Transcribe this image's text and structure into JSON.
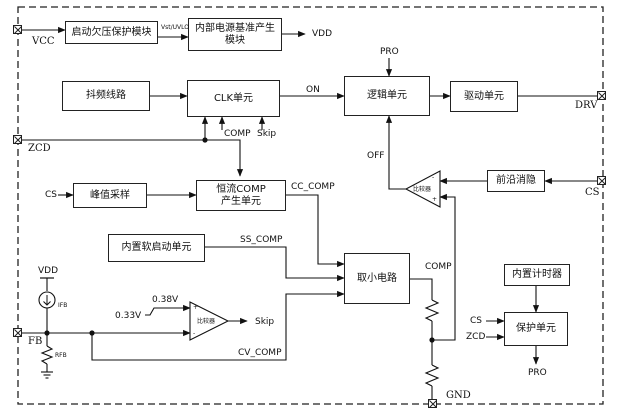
{
  "blocks": {
    "uvlo": "启动欠压保护模块",
    "ref": "内部电源基准产生\n模块",
    "jitter": "抖频线路",
    "clk": "CLK单元",
    "logic": "逻辑单元",
    "drive": "驱动单元",
    "peak": "峰值采样",
    "cc_comp": "恒流COMP\n产生单元",
    "leb": "前沿消隐",
    "softstart": "内置软启动单元",
    "min": "取小电路",
    "timer": "内置计时器",
    "protect": "保护单元"
  },
  "pins": {
    "vcc": "VCC",
    "zcd": "ZCD",
    "fb": "FB",
    "drv": "DRV",
    "cs": "CS",
    "gnd": "GND"
  },
  "signals": {
    "vst_uvlo": "Vst/UVLO",
    "vdd_out": "VDD",
    "on": "ON",
    "off": "OFF",
    "pro_in": "PRO",
    "pro_out": "PRO",
    "comp_clk": "COMP",
    "skip_clk": "Skip",
    "cc_comp": "CC_COMP",
    "ss_comp": "SS_COMP",
    "comp": "COMP",
    "cv_comp": "CV_COMP",
    "cs_in": "CS",
    "cs_prot": "CS",
    "zcd_prot": "ZCD",
    "vdd_src": "VDD",
    "ifb": "IFB",
    "rfb": "RFB",
    "v038": "0.38V",
    "v033": "0.33V",
    "skip_out": "Skip",
    "comparator": "比较器",
    "comparator2": "比较器",
    "plus": "+",
    "minus": "-",
    "plus2": "+",
    "minus2": "-"
  }
}
